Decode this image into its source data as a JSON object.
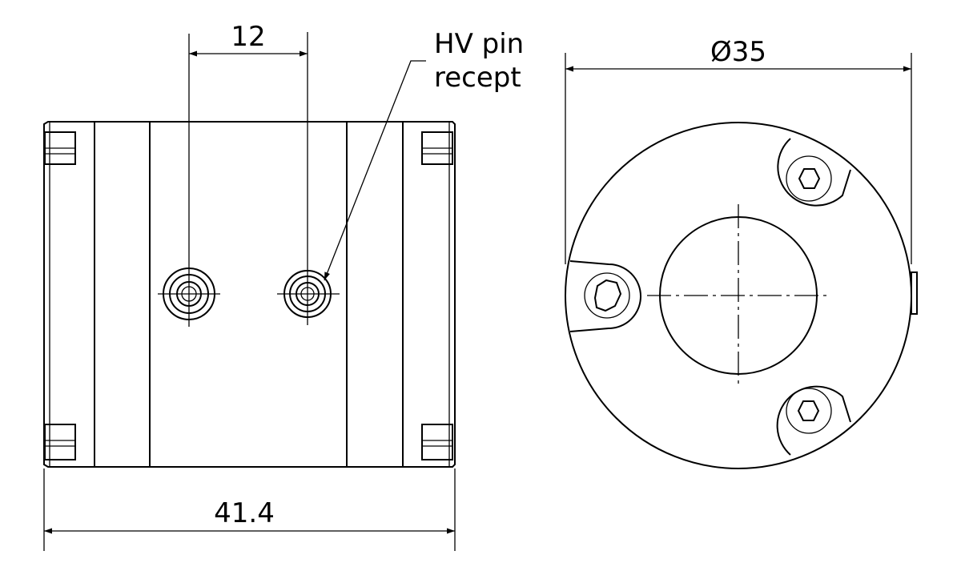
{
  "dimensions": {
    "pin_spacing": "12",
    "overall_length": "41.4",
    "diameter": "Ø35"
  },
  "callout": {
    "line1": "HV pin",
    "line2": "recept"
  }
}
